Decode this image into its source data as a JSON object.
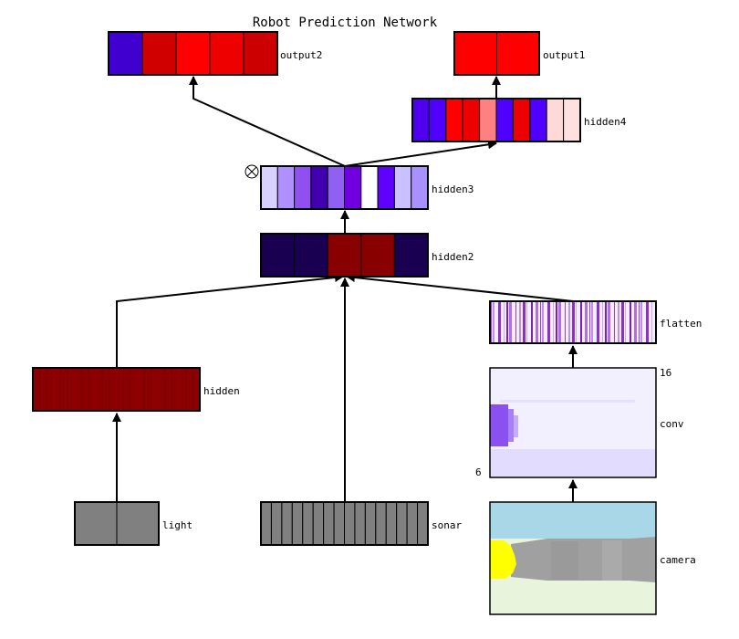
{
  "title": "Robot Prediction Network",
  "layers": {
    "output2": {
      "label": "output2",
      "cells": [
        "#4000d0",
        "#d00000",
        "#ff0000",
        "#ee0000",
        "#cc0000"
      ]
    },
    "output1": {
      "label": "output1",
      "cells": [
        "#ff0000",
        "#ff0000"
      ]
    },
    "hidden4": {
      "label": "hidden4",
      "cells": [
        "#5000ee",
        "#5000ff",
        "#ff0000",
        "#ee0000",
        "#ff8080",
        "#5000ff",
        "#ee0000",
        "#5000ff",
        "#ffd8d8",
        "#ffe0e0"
      ]
    },
    "hidden3": {
      "label": "hidden3",
      "cells": [
        "#d8d0ff",
        "#b090ff",
        "#9050f0",
        "#4000b0",
        "#9060f0",
        "#7000e0",
        "#ffffff",
        "#6000ff",
        "#c8c0ff",
        "#a890ff"
      ]
    },
    "hidden2": {
      "label": "hidden2",
      "cells": [
        "#1a0050",
        "#1a0050",
        "#880000",
        "#880000",
        "#1a0050"
      ]
    },
    "flatten": {
      "label": "flatten"
    },
    "hidden": {
      "label": "hidden",
      "color": "#8b0000"
    },
    "conv": {
      "label": "conv",
      "dim_top": "16",
      "dim_left": "6"
    },
    "light": {
      "label": "light",
      "cells": [
        "#808080",
        "#808080"
      ]
    },
    "sonar": {
      "label": "sonar",
      "cells": [
        "#808080",
        "#808080",
        "#808080",
        "#808080",
        "#808080",
        "#808080",
        "#808080",
        "#808080",
        "#808080",
        "#808080",
        "#808080",
        "#808080",
        "#808080",
        "#808080",
        "#808080",
        "#808080"
      ]
    },
    "camera": {
      "label": "camera",
      "sky": "#a8d8e8",
      "ground": "#e8f4dc",
      "wall": "#a0a0a0",
      "light": "#ffff00"
    }
  }
}
